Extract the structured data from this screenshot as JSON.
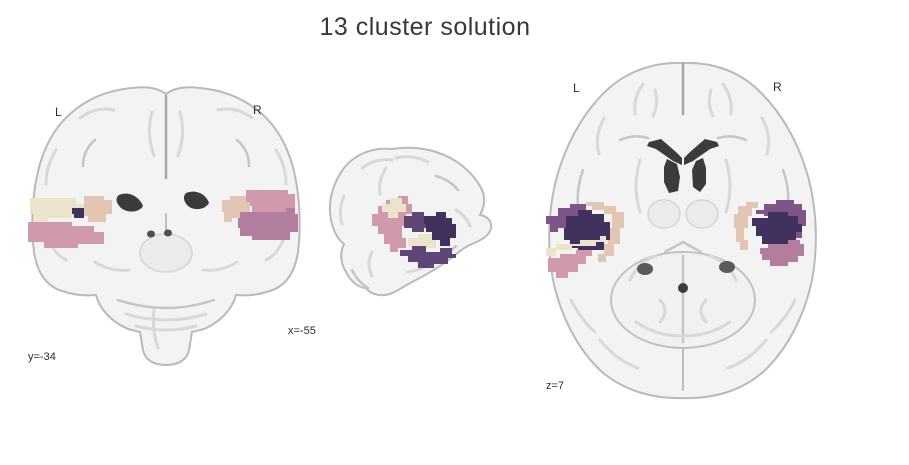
{
  "title": "13 cluster solution",
  "views": {
    "coronal": {
      "name": "coronal",
      "left_label": "L",
      "right_label": "R",
      "coord_label": "y=-34"
    },
    "sagittal": {
      "name": "sagittal",
      "coord_label": "x=-55"
    },
    "axial": {
      "name": "axial",
      "left_label": "L",
      "right_label": "R",
      "coord_label": "z=7"
    }
  },
  "colors": {
    "cream": "#ebe3ca",
    "tan": "#e2c5b2",
    "pink": "#d09aac",
    "mauve": "#b37e9e",
    "purple": "#7e5589",
    "violet": "#5f4677",
    "navy": "#41315f"
  }
}
